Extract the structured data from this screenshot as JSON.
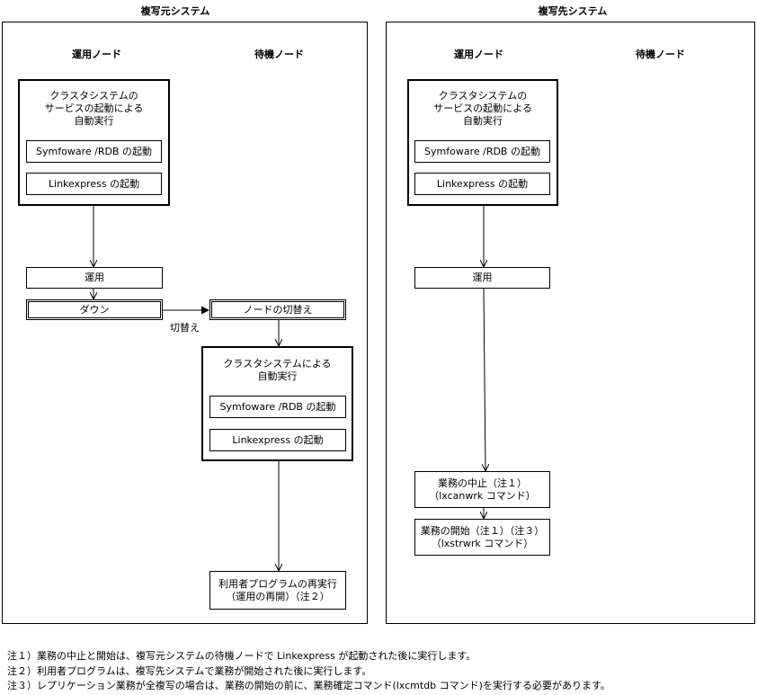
{
  "source_system": {
    "title": "複写元システム",
    "active_node": "運用ノード",
    "standby_node": "待機ノード",
    "startup_group": "クラスタシステムの\nサービスの起動による\n自動実行",
    "symfoware_start": "Symfoware /RDB の起動",
    "linkexpress_start": "Linkexpress の起動",
    "operation": "運用",
    "down": "ダウン",
    "switch_label": "切替え",
    "node_switch": "ノードの切替え",
    "standby_group": "クラスタシステムによる\n自動実行",
    "standby_symfoware_start": "Symfoware /RDB の起動",
    "standby_linkexpress_start": "Linkexpress の起動",
    "rerun": "利用者プログラムの再実行\n（運用の再開）（注２）"
  },
  "target_system": {
    "title": "複写先システム",
    "active_node": "運用ノード",
    "standby_node": "待機ノード",
    "startup_group": "クラスタシステムの\nサービスの起動による\n自動実行",
    "symfoware_start": "Symfoware /RDB の起動",
    "linkexpress_start": "Linkexpress の起動",
    "operation": "運用",
    "stop_business": "業務の中止（注１）\n（lxcanwrk コマンド）",
    "start_business": "業務の開始（注１）（注３）\n（lxstrwrk コマンド）"
  },
  "notes": [
    "注１）業務の中止と開始は、複写元システムの待機ノードで Linkexpress が起動された後に実行します。",
    "注２）利用者プログラムは、複写先システムで業務が開始された後に実行します。",
    "注３）レプリケーション業務が全複写の場合は、業務の開始の前に、業務確定コマンド(lxcmtdb コマンド)を実行する必要があります。"
  ]
}
